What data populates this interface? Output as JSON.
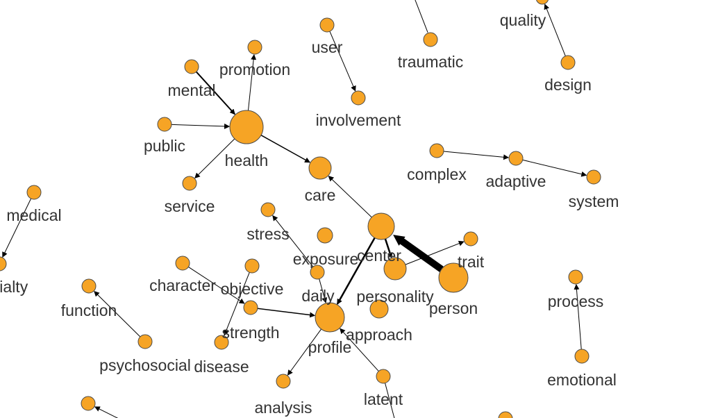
{
  "colors": {
    "node_fill": "#F6A425",
    "node_stroke": "#4a4a4a",
    "edge": "#000000",
    "label": "#333333",
    "background": "#ffffff"
  },
  "nodes": [
    {
      "id": "quality",
      "label": "quality",
      "size": "small"
    },
    {
      "id": "design",
      "label": "design",
      "size": "small"
    },
    {
      "id": "traumatic",
      "label": "traumatic",
      "size": "small"
    },
    {
      "id": "user",
      "label": "user",
      "size": "small"
    },
    {
      "id": "involvement",
      "label": "involvement",
      "size": "small"
    },
    {
      "id": "promotion",
      "label": "promotion",
      "size": "small"
    },
    {
      "id": "mental",
      "label": "mental",
      "size": "small"
    },
    {
      "id": "health",
      "label": "health",
      "size": "large"
    },
    {
      "id": "public",
      "label": "public",
      "size": "small"
    },
    {
      "id": "service",
      "label": "service",
      "size": "small"
    },
    {
      "id": "care",
      "label": "care",
      "size": "medium"
    },
    {
      "id": "complex",
      "label": "complex",
      "size": "small"
    },
    {
      "id": "adaptive",
      "label": "adaptive",
      "size": "small"
    },
    {
      "id": "system",
      "label": "system",
      "size": "small"
    },
    {
      "id": "medical",
      "label": "medical",
      "size": "small"
    },
    {
      "id": "specialty",
      "label": "cialty",
      "size": "small"
    },
    {
      "id": "stress",
      "label": "stress",
      "size": "small"
    },
    {
      "id": "exposure",
      "label": "exposure",
      "size": "small"
    },
    {
      "id": "center",
      "label": "center",
      "size": "medium"
    },
    {
      "id": "trait",
      "label": "trait",
      "size": "small"
    },
    {
      "id": "personality",
      "label": "personality",
      "size": "medium"
    },
    {
      "id": "person",
      "label": "person",
      "size": "medium"
    },
    {
      "id": "character",
      "label": "character",
      "size": "small"
    },
    {
      "id": "objective",
      "label": "objective",
      "size": "small"
    },
    {
      "id": "strength",
      "label": "strength",
      "size": "small"
    },
    {
      "id": "daily",
      "label": "daily",
      "size": "small"
    },
    {
      "id": "profile",
      "label": "profile",
      "size": "large"
    },
    {
      "id": "approach",
      "label": "approach",
      "size": "small"
    },
    {
      "id": "function",
      "label": "function",
      "size": "small"
    },
    {
      "id": "psychosocial",
      "label": "psychosocial",
      "size": "small"
    },
    {
      "id": "disease",
      "label": "disease",
      "size": "small"
    },
    {
      "id": "analysis",
      "label": "analysis",
      "size": "small"
    },
    {
      "id": "latent",
      "label": "latent",
      "size": "small"
    },
    {
      "id": "process",
      "label": "process",
      "size": "small"
    },
    {
      "id": "emotional",
      "label": "emotional",
      "size": "small"
    },
    {
      "id": "bottom-left",
      "label": "",
      "size": "small"
    },
    {
      "id": "bottom-right",
      "label": "",
      "size": "small"
    }
  ],
  "edges": [
    {
      "source": "design",
      "target": "quality",
      "weight": 1
    },
    {
      "source": "user",
      "target": "involvement",
      "weight": 1
    },
    {
      "source": "health",
      "target": "promotion",
      "weight": 1
    },
    {
      "source": "mental",
      "target": "health",
      "weight": 2
    },
    {
      "source": "public",
      "target": "health",
      "weight": 1
    },
    {
      "source": "health",
      "target": "service",
      "weight": 1
    },
    {
      "source": "health",
      "target": "care",
      "weight": 1.5
    },
    {
      "source": "center",
      "target": "care",
      "weight": 1
    },
    {
      "source": "complex",
      "target": "adaptive",
      "weight": 1
    },
    {
      "source": "adaptive",
      "target": "system",
      "weight": 1
    },
    {
      "source": "medical",
      "target": "specialty",
      "weight": 1
    },
    {
      "source": "exposure",
      "target": "stress",
      "weight": 1
    },
    {
      "source": "exposure",
      "target": "profile",
      "weight": 1
    },
    {
      "source": "person",
      "target": "center",
      "weight": 10
    },
    {
      "source": "center",
      "target": "personality",
      "weight": 2.5
    },
    {
      "source": "personality",
      "target": "trait",
      "weight": 1
    },
    {
      "source": "center",
      "target": "profile",
      "weight": 2.5
    },
    {
      "source": "character",
      "target": "strength",
      "weight": 1
    },
    {
      "source": "strength",
      "target": "profile",
      "weight": 1.5
    },
    {
      "source": "objective",
      "target": "disease",
      "weight": 1
    },
    {
      "source": "psychosocial",
      "target": "function",
      "weight": 1
    },
    {
      "source": "profile",
      "target": "analysis",
      "weight": 1
    },
    {
      "source": "latent",
      "target": "profile",
      "weight": 1
    },
    {
      "source": "emotional",
      "target": "process",
      "weight": 1
    },
    {
      "source": "bottom-left-partner",
      "target": "bottom-left",
      "weight": 1
    }
  ]
}
